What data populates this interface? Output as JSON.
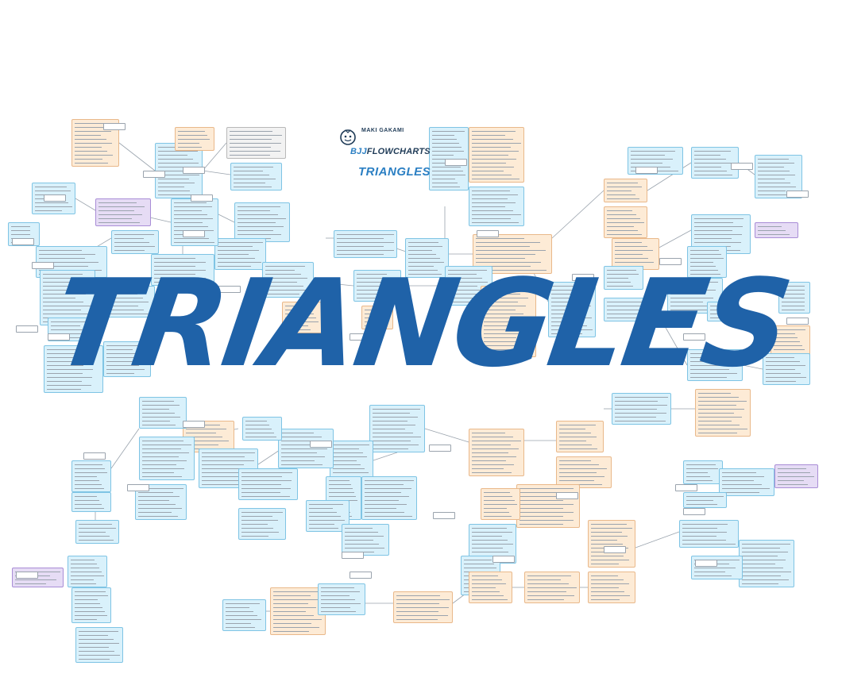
{
  "header": {
    "brand_top": "MAKI GAKAMI",
    "brand_name_prefix": "BJJ",
    "brand_name_suffix": "FLOWCHARTS",
    "subtitle": "TRIANGLES"
  },
  "title_overlay": "TRIANGLES",
  "colors": {
    "title": "#1f62a8",
    "node_blue": "#d9f1fb",
    "node_orange": "#fdebd6",
    "node_purple": "#e6dcf5",
    "connector": "#9aa3ad"
  }
}
